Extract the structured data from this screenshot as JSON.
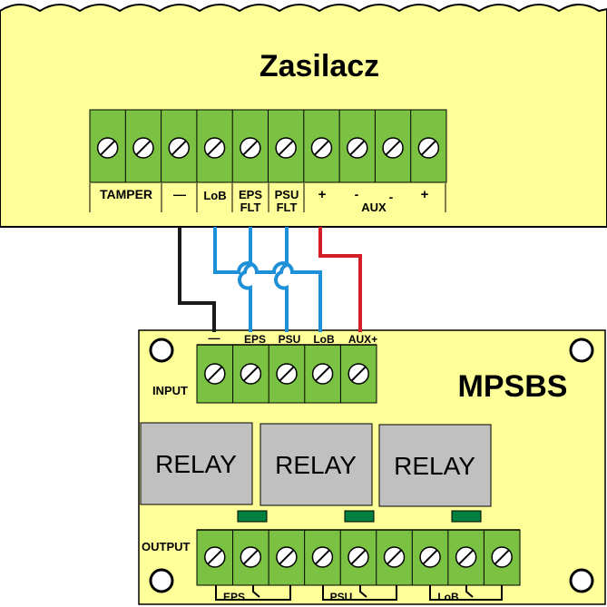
{
  "psu": {
    "title": "Zasilacz",
    "terminal_labels": {
      "tamper": "TAMPER",
      "minus": "—",
      "lob": "LoB",
      "eps": "EPS",
      "eps2": "FLT",
      "psu": "PSU",
      "psu2": "FLT",
      "plus1": "+",
      "minus1": "-",
      "minus2": "-",
      "plus2": "+",
      "aux": "AUX"
    }
  },
  "module": {
    "title": "MPSBS",
    "input_label": "INPUT",
    "output_label": "OUTPUT",
    "input_terminals": [
      "—",
      "EPS",
      "PSU",
      "LoB",
      "AUX+"
    ],
    "relays": [
      "RELAY",
      "RELAY",
      "RELAY"
    ],
    "output_groups": [
      "EPS",
      "PSU",
      "LoB"
    ]
  },
  "colors": {
    "board": "#ffff99",
    "terminal": "#7cc242",
    "relay": "#c0c0c0",
    "led": "#008040",
    "wire_black": "#1a1a1a",
    "wire_blue": "#1e90d8",
    "wire_red": "#d41f26"
  }
}
